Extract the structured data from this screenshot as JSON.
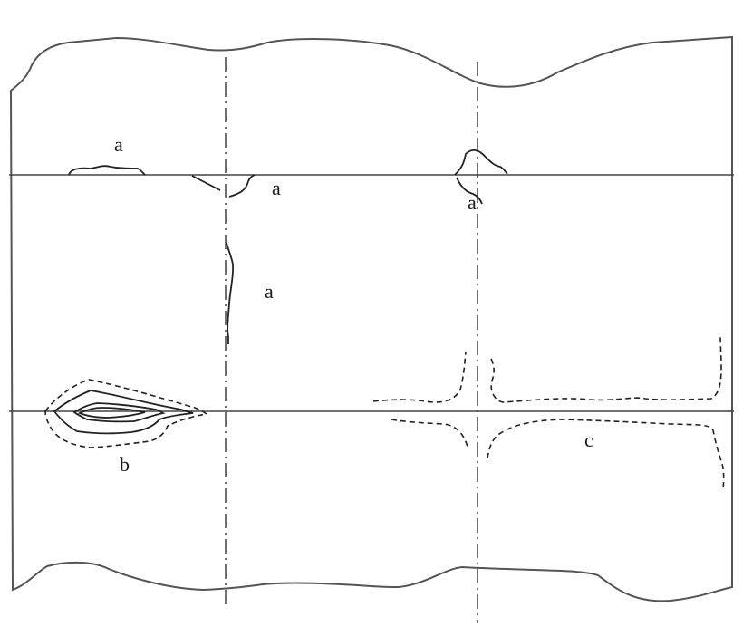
{
  "labels": {
    "a_top_left": "a",
    "a_near_left_axis": "a",
    "a_right_axis": "a",
    "a_vertical_crack": "a",
    "b": "b",
    "c": "c"
  },
  "colors": {
    "outline": "#555555",
    "crack": "#222222",
    "axis": "#333333",
    "background": "#ffffff"
  }
}
